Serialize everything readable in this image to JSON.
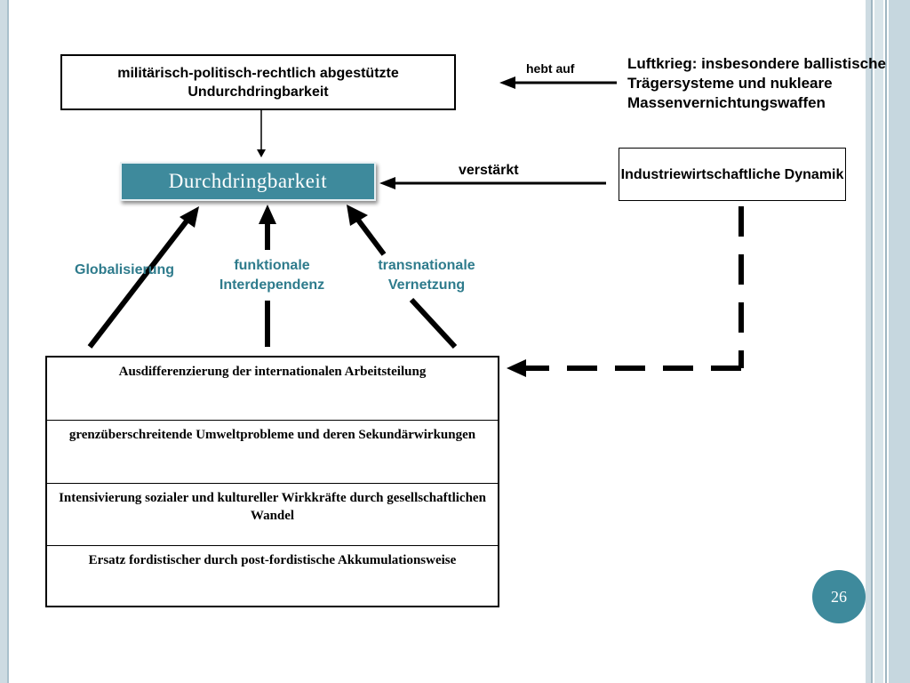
{
  "slide": {
    "top_box": "militärisch-politisch-rechtlich abgestützte Undurchdringbarkeit",
    "label_hebt_auf": "hebt auf",
    "luftkrieg": "Luftkrieg: insbesondere ballistische Trägersysteme und nukleare Massenvernichtungswaffen",
    "center": "Durchdringbarkeit",
    "label_verstaerkt": "verstärkt",
    "industrie_box": "Industriewirtschaftliche Dynamik",
    "label_globalisierung": "Globalisierung",
    "label_funktionale": "funktionale Interdependenz",
    "label_transnationale": "transnationale Vernetzung",
    "table_rows": [
      "Ausdifferenzierung der internationalen Arbeitsteilung",
      "grenzüberschreitende Umweltprobleme und deren Sekundärwirkungen",
      "Intensivierung sozialer und kultureller Wirkkräfte durch gesellschaftlichen Wandel",
      "Ersatz fordistischer durch post-fordistische Akkumulationsweise"
    ],
    "page_number": "26"
  },
  "colors": {
    "accent": "#3e8a9c",
    "label_teal": "#2e7b8c",
    "frame": "#cddbe2"
  }
}
